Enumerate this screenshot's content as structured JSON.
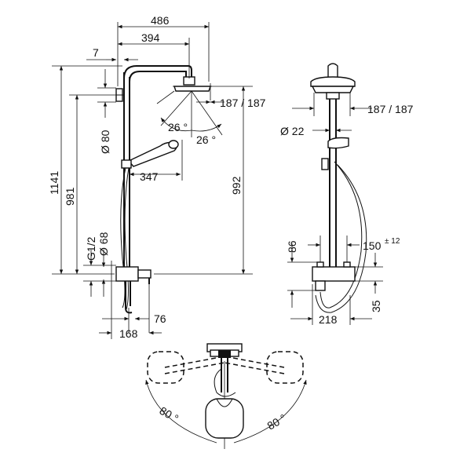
{
  "dimensions": {
    "width_486": "486",
    "width_394": "394",
    "offset_7": "7",
    "head_diam_187": "187 / 187",
    "angle_26_left": "26 °",
    "angle_26_right": "26 °",
    "diam_80": "Ø 80",
    "height_1141": "1141",
    "height_981": "981",
    "reach_347": "347",
    "height_992": "992",
    "thread_g12": "G1/2",
    "diam_68": "Ø 68",
    "depth_76": "76",
    "depth_168": "168",
    "side_head_187": "187 / 187",
    "pipe_diam_22": "Ø 22",
    "height_86": "86",
    "centers_150": "150",
    "tolerance_12": "± 12",
    "height_35": "35",
    "width_218": "218",
    "swivel_left": "80 °",
    "swivel_right": "80 °"
  }
}
